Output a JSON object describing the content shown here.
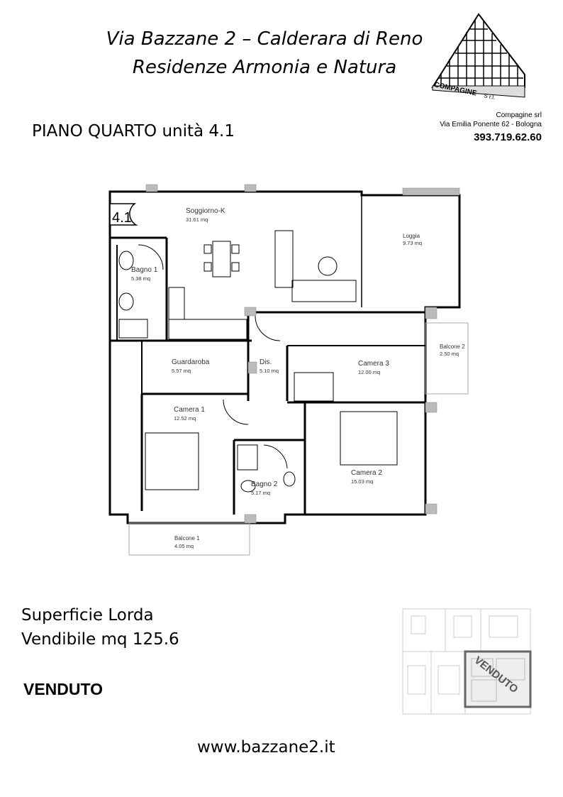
{
  "header": {
    "title_line1": "Via Bazzane 2 – Calderara di Reno",
    "title_line2": "Residenze Armonia e Natura"
  },
  "company": {
    "logo_text": "COMPAGINE",
    "logo_suffix": "S r.l.",
    "name": "Compagine srl",
    "address": "Via Emilia Ponente 62 - Bologna",
    "phone": "393.719.62.60"
  },
  "unit": {
    "floor_label": "PIANO QUARTO unità 4.1",
    "badge": "4.1"
  },
  "rooms": [
    {
      "name": "Soggiorno-K",
      "area": "31.61 mq"
    },
    {
      "name": "Loggia",
      "area": "9.73 mq"
    },
    {
      "name": "Bagno 1",
      "area": "5.38 mq"
    },
    {
      "name": "Guardaroba",
      "area": "5.57 mq"
    },
    {
      "name": "Dis.",
      "area": "5.10 mq"
    },
    {
      "name": "Camera 3",
      "area": "12.00 mq"
    },
    {
      "name": "Balcone 2",
      "area": "2.50 mq"
    },
    {
      "name": "Camera 1",
      "area": "12.52 mq"
    },
    {
      "name": "Camera 2",
      "area": "15.03 mq"
    },
    {
      "name": "Bagno 2",
      "area": "5.17 mq"
    },
    {
      "name": "Balcone 1",
      "area": "4.05 mq"
    }
  ],
  "summary": {
    "surface_line1": "Superficie Lorda",
    "surface_line2": "Vendibile mq 125.6",
    "status": "VENDUTO",
    "keyplan_stamp": "VENDUTO"
  },
  "footer": {
    "website": "www.bazzane2.it"
  }
}
